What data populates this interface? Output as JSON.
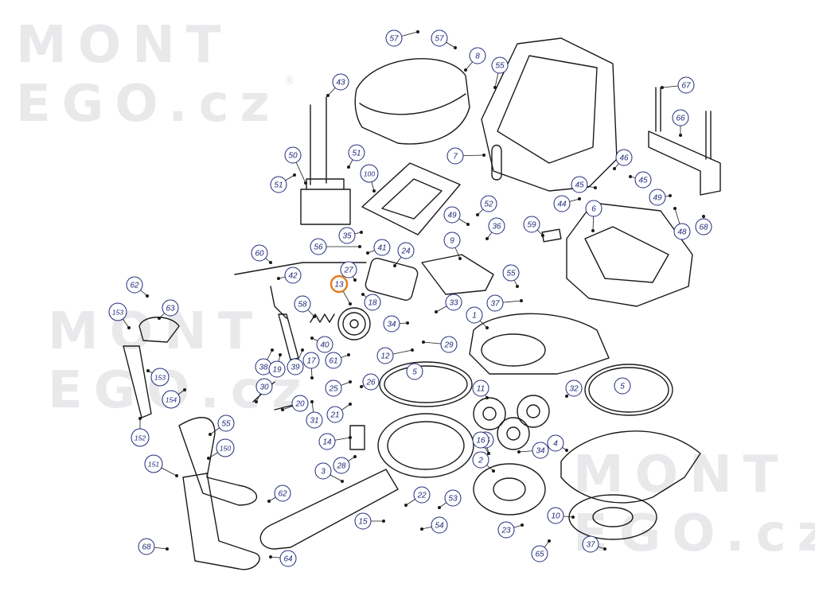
{
  "watermark": {
    "line1": "MONT",
    "line2": "EGO.cz",
    "registered": "®"
  },
  "colors": {
    "line": "#1a1a1a",
    "callout": "#1f2a7a",
    "callout_fill": "#ffffff",
    "highlight": "#e07b1a",
    "watermark": "#e9e9ec"
  },
  "callouts": [
    {
      "id": "c57a",
      "label": "57",
      "highlighted": false
    },
    {
      "id": "c57b",
      "label": "57",
      "highlighted": false
    },
    {
      "id": "c8",
      "label": "8",
      "highlighted": false
    },
    {
      "id": "c55a",
      "label": "55",
      "highlighted": false
    },
    {
      "id": "c67",
      "label": "67",
      "highlighted": false
    },
    {
      "id": "c43",
      "label": "43",
      "highlighted": false
    },
    {
      "id": "c66",
      "label": "66",
      "highlighted": false
    },
    {
      "id": "c7",
      "label": "7",
      "highlighted": false
    },
    {
      "id": "c50",
      "label": "50",
      "highlighted": false
    },
    {
      "id": "c51a",
      "label": "51",
      "highlighted": false
    },
    {
      "id": "c51b",
      "label": "51",
      "highlighted": false
    },
    {
      "id": "c100",
      "label": "100",
      "highlighted": false
    },
    {
      "id": "c46",
      "label": "46",
      "highlighted": false
    },
    {
      "id": "c45a",
      "label": "45",
      "highlighted": false
    },
    {
      "id": "c45b",
      "label": "45",
      "highlighted": false
    },
    {
      "id": "c44",
      "label": "44",
      "highlighted": false
    },
    {
      "id": "c49a",
      "label": "49",
      "highlighted": false
    },
    {
      "id": "c6",
      "label": "6",
      "highlighted": false
    },
    {
      "id": "c52",
      "label": "52",
      "highlighted": false
    },
    {
      "id": "c49b",
      "label": "49",
      "highlighted": false
    },
    {
      "id": "c36",
      "label": "36",
      "highlighted": false
    },
    {
      "id": "c59",
      "label": "59",
      "highlighted": false
    },
    {
      "id": "c48",
      "label": "48",
      "highlighted": false
    },
    {
      "id": "c68a",
      "label": "68",
      "highlighted": false
    },
    {
      "id": "c35",
      "label": "35",
      "highlighted": false
    },
    {
      "id": "c56",
      "label": "56",
      "highlighted": false
    },
    {
      "id": "c9",
      "label": "9",
      "highlighted": false
    },
    {
      "id": "c60",
      "label": "60",
      "highlighted": false
    },
    {
      "id": "c41",
      "label": "41",
      "highlighted": false
    },
    {
      "id": "c24",
      "label": "24",
      "highlighted": false
    },
    {
      "id": "c27",
      "label": "27",
      "highlighted": false
    },
    {
      "id": "c42",
      "label": "42",
      "highlighted": false
    },
    {
      "id": "c55b",
      "label": "55",
      "highlighted": false
    },
    {
      "id": "c62a",
      "label": "62",
      "highlighted": false
    },
    {
      "id": "c13",
      "label": "13",
      "highlighted": true
    },
    {
      "id": "c18",
      "label": "18",
      "highlighted": false
    },
    {
      "id": "c63",
      "label": "63",
      "highlighted": false
    },
    {
      "id": "c37a",
      "label": "37",
      "highlighted": false
    },
    {
      "id": "c58",
      "label": "58",
      "highlighted": false
    },
    {
      "id": "c33",
      "label": "33",
      "highlighted": false
    },
    {
      "id": "c153a",
      "label": "153",
      "highlighted": false
    },
    {
      "id": "c1",
      "label": "1",
      "highlighted": false
    },
    {
      "id": "c34a",
      "label": "34",
      "highlighted": false
    },
    {
      "id": "c16",
      "label": "16",
      "highlighted": false
    },
    {
      "id": "c40",
      "label": "40",
      "highlighted": false
    },
    {
      "id": "c29",
      "label": "29",
      "highlighted": false
    },
    {
      "id": "c12",
      "label": "12",
      "highlighted": false
    },
    {
      "id": "c61",
      "label": "61",
      "highlighted": false
    },
    {
      "id": "c38",
      "label": "38",
      "highlighted": false
    },
    {
      "id": "c19",
      "label": "19",
      "highlighted": false
    },
    {
      "id": "c39",
      "label": "39",
      "highlighted": false
    },
    {
      "id": "c17",
      "label": "17",
      "highlighted": false
    },
    {
      "id": "c5a",
      "label": "5",
      "highlighted": false
    },
    {
      "id": "c5b",
      "label": "5",
      "highlighted": false
    },
    {
      "id": "c153b",
      "label": "153",
      "highlighted": false
    },
    {
      "id": "c26",
      "label": "26",
      "highlighted": false
    },
    {
      "id": "c25",
      "label": "25",
      "highlighted": false
    },
    {
      "id": "c11",
      "label": "11",
      "highlighted": false
    },
    {
      "id": "c32",
      "label": "32",
      "highlighted": false
    },
    {
      "id": "c30",
      "label": "30",
      "highlighted": false
    },
    {
      "id": "c154",
      "label": "154",
      "highlighted": false
    },
    {
      "id": "c20",
      "label": "20",
      "highlighted": false
    },
    {
      "id": "c21",
      "label": "21",
      "highlighted": false
    },
    {
      "id": "c31",
      "label": "31",
      "highlighted": false
    },
    {
      "id": "c55c",
      "label": "55",
      "highlighted": false
    },
    {
      "id": "c152",
      "label": "152",
      "highlighted": false
    },
    {
      "id": "c150",
      "label": "150",
      "highlighted": false
    },
    {
      "id": "c14",
      "label": "14",
      "highlighted": false
    },
    {
      "id": "c16b",
      "label": "16",
      "highlighted": false
    },
    {
      "id": "c4",
      "label": "4",
      "highlighted": false
    },
    {
      "id": "c34b",
      "label": "34",
      "highlighted": false
    },
    {
      "id": "c2",
      "label": "2",
      "highlighted": false
    },
    {
      "id": "c28",
      "label": "28",
      "highlighted": false
    },
    {
      "id": "c151",
      "label": "151",
      "highlighted": false
    },
    {
      "id": "c3",
      "label": "3",
      "highlighted": false
    },
    {
      "id": "c62b",
      "label": "62",
      "highlighted": false
    },
    {
      "id": "c22",
      "label": "22",
      "highlighted": false
    },
    {
      "id": "c53",
      "label": "53",
      "highlighted": false
    },
    {
      "id": "c15",
      "label": "15",
      "highlighted": false
    },
    {
      "id": "c54",
      "label": "54",
      "highlighted": false
    },
    {
      "id": "c10",
      "label": "10",
      "highlighted": false
    },
    {
      "id": "c23",
      "label": "23",
      "highlighted": false
    },
    {
      "id": "c37b",
      "label": "37",
      "highlighted": false
    },
    {
      "id": "c68b",
      "label": "68",
      "highlighted": false
    },
    {
      "id": "c64",
      "label": "64",
      "highlighted": false
    },
    {
      "id": "c65",
      "label": "65",
      "highlighted": false
    }
  ]
}
